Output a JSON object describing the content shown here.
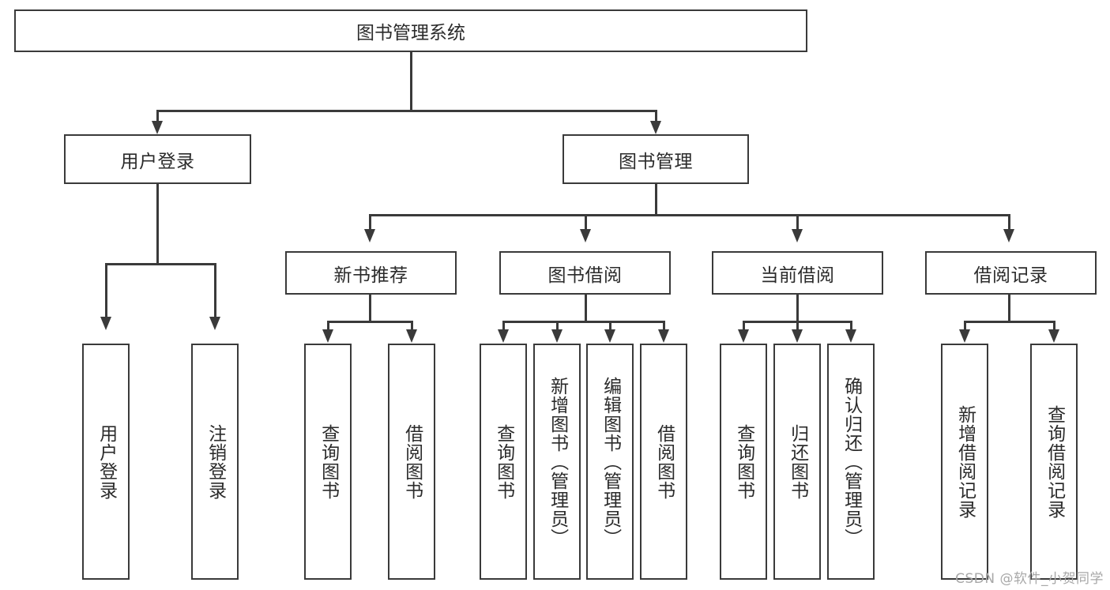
{
  "diagram": {
    "title": "图书管理系统",
    "root": {
      "label": "图书管理系统"
    },
    "level2": [
      {
        "label": "用户登录"
      },
      {
        "label": "图书管理"
      }
    ],
    "level3": [
      {
        "label": "新书推荐"
      },
      {
        "label": "图书借阅"
      },
      {
        "label": "当前借阅"
      },
      {
        "label": "借阅记录"
      }
    ],
    "leaves": {
      "user_login": [
        {
          "label": "用户登录"
        },
        {
          "label": "注销登录"
        }
      ],
      "new_book": [
        {
          "label": "查询图书"
        },
        {
          "label": "借阅图书"
        }
      ],
      "book_borrow": [
        {
          "label": "查询图书"
        },
        {
          "label": "新增图书（管理员）"
        },
        {
          "label": "编辑图书（管理员）"
        },
        {
          "label": "借阅图书"
        }
      ],
      "current_borrow": [
        {
          "label": "查询图书"
        },
        {
          "label": "归还图书"
        },
        {
          "label": "确认归还（管理员）"
        }
      ],
      "borrow_record": [
        {
          "label": "新增借阅记录"
        },
        {
          "label": "查询借阅记录"
        }
      ]
    }
  },
  "watermark": {
    "text": "CSDN @软件_小贺同学"
  },
  "colors": {
    "stroke": "#3a3a3a",
    "text": "#2b2b2b",
    "background": "#ffffff",
    "watermark": "#a8a8a8"
  }
}
